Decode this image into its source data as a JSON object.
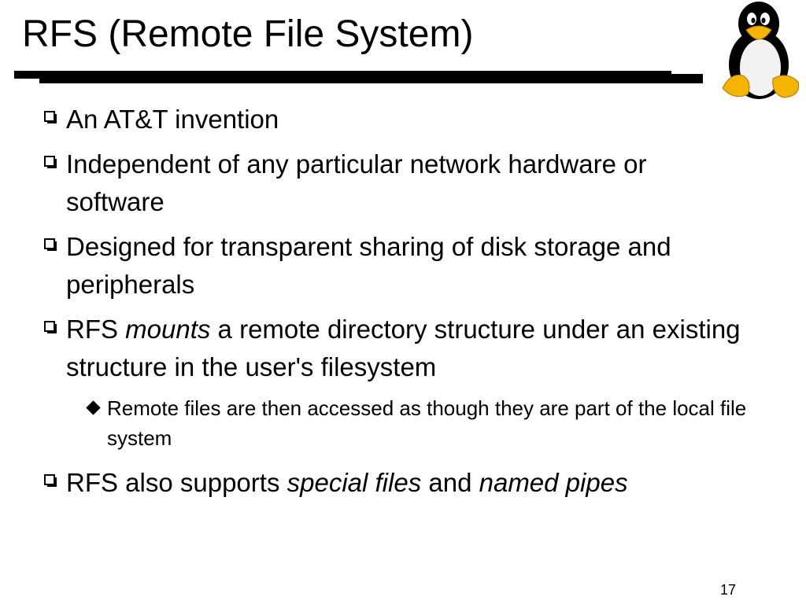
{
  "slide": {
    "title": "RFS (Remote File System)",
    "page_number": "17",
    "bullets": [
      {
        "text": "An AT&T invention"
      },
      {
        "text": "Independent of any particular network hardware or software"
      },
      {
        "text": "Designed for transparent sharing of disk storage and peripherals"
      },
      {
        "prefix": "RFS ",
        "emphasis": "mounts",
        "suffix": " a remote directory structure under an existing structure in the user's filesystem",
        "sub": "Remote files are then accessed as though they are part of the local file system"
      },
      {
        "prefix": "RFS also supports ",
        "emphasis": "special files",
        "middle": " and ",
        "emphasis2": "named pipes"
      }
    ]
  },
  "icons": {
    "mascot": "penguin-icon",
    "bullet": "square-bullet-icon",
    "sub_bullet": "diamond-bullet-icon"
  },
  "colors": {
    "text": "#000000",
    "background": "#ffffff",
    "penguin_beak": "#f5b400"
  }
}
